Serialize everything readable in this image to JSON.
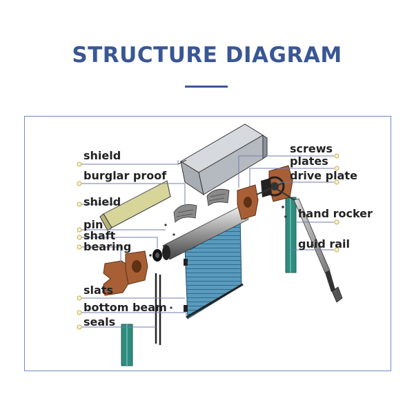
{
  "title": "STRUCTURE DIAGRAM",
  "labels": {
    "shield_top": "shield",
    "burglar_proof": "burglar proof",
    "shield_mid": "shield",
    "pin": "pin",
    "shaft": "shaft",
    "bearing": "bearing",
    "slats": "slats",
    "bottom_beam": "bottom beam",
    "seals": "seals",
    "screws": "screws",
    "plates": "plates",
    "drive_plate": "drive plate",
    "hand_rocker": "hand rocker",
    "guid_rail": "guid rail"
  },
  "colors": {
    "title": "#3a5794",
    "frame": "#6b8bc2",
    "slats": "#4f8fb0",
    "rail": "#2f8c7e",
    "plate": "#a85f35",
    "shield_panel": "#c9cdd2",
    "shield_strip": "#d8d59a",
    "leader": "#6f7dab",
    "dot": "#d4b95a"
  }
}
